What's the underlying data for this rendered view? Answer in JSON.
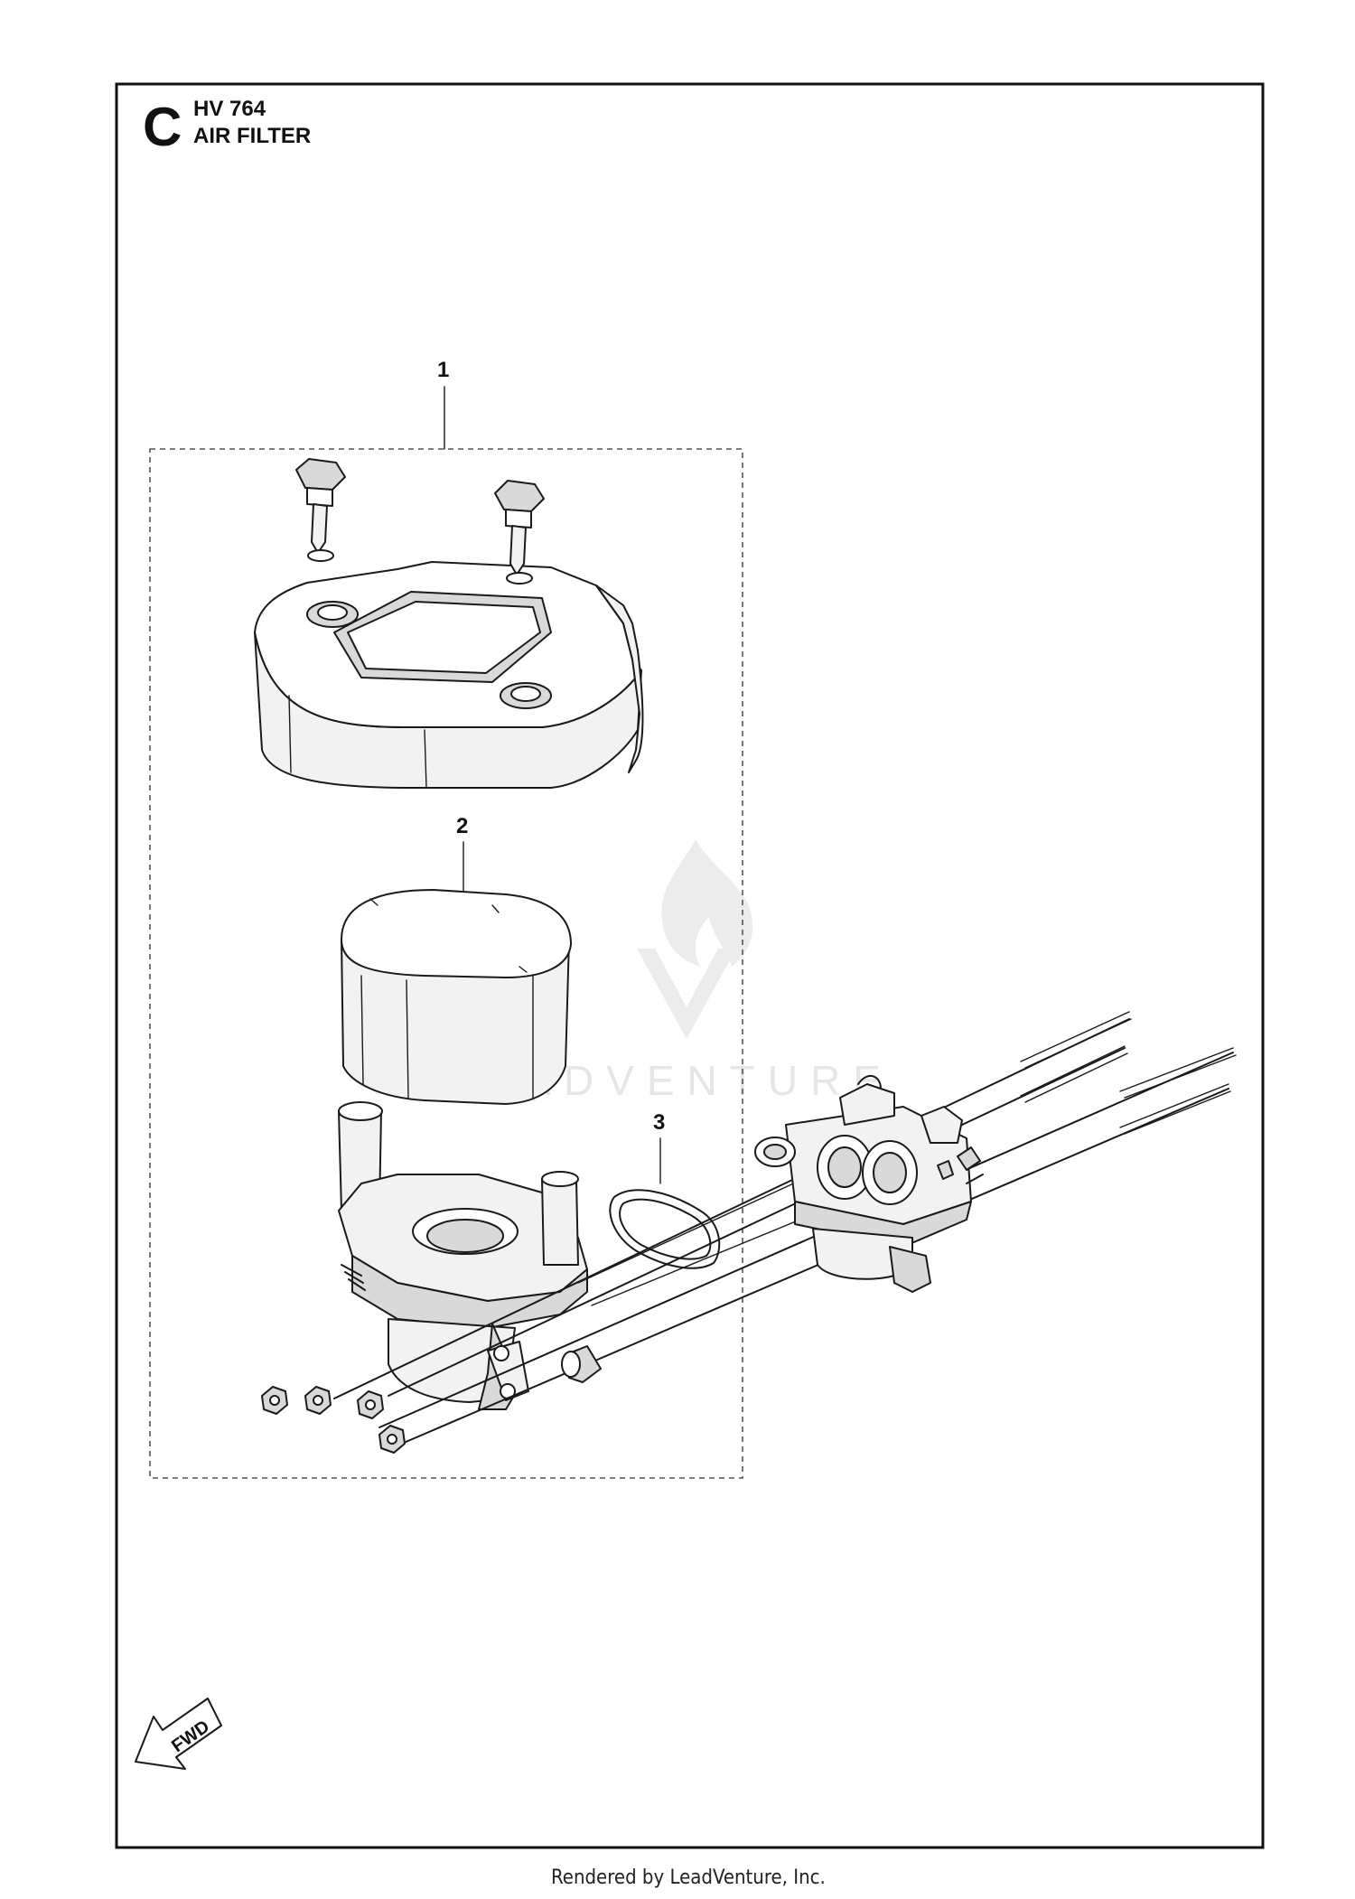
{
  "header": {
    "section_letter": "C",
    "model": "HV 764",
    "title": "AIR FILTER"
  },
  "callouts": [
    {
      "number": "1"
    },
    {
      "number": "2"
    },
    {
      "number": "3"
    }
  ],
  "watermark": {
    "text": "LEADVENTURE"
  },
  "direction_marker": {
    "label": "FWD"
  },
  "footer": {
    "text": "Rendered by LeadVenture, Inc."
  }
}
